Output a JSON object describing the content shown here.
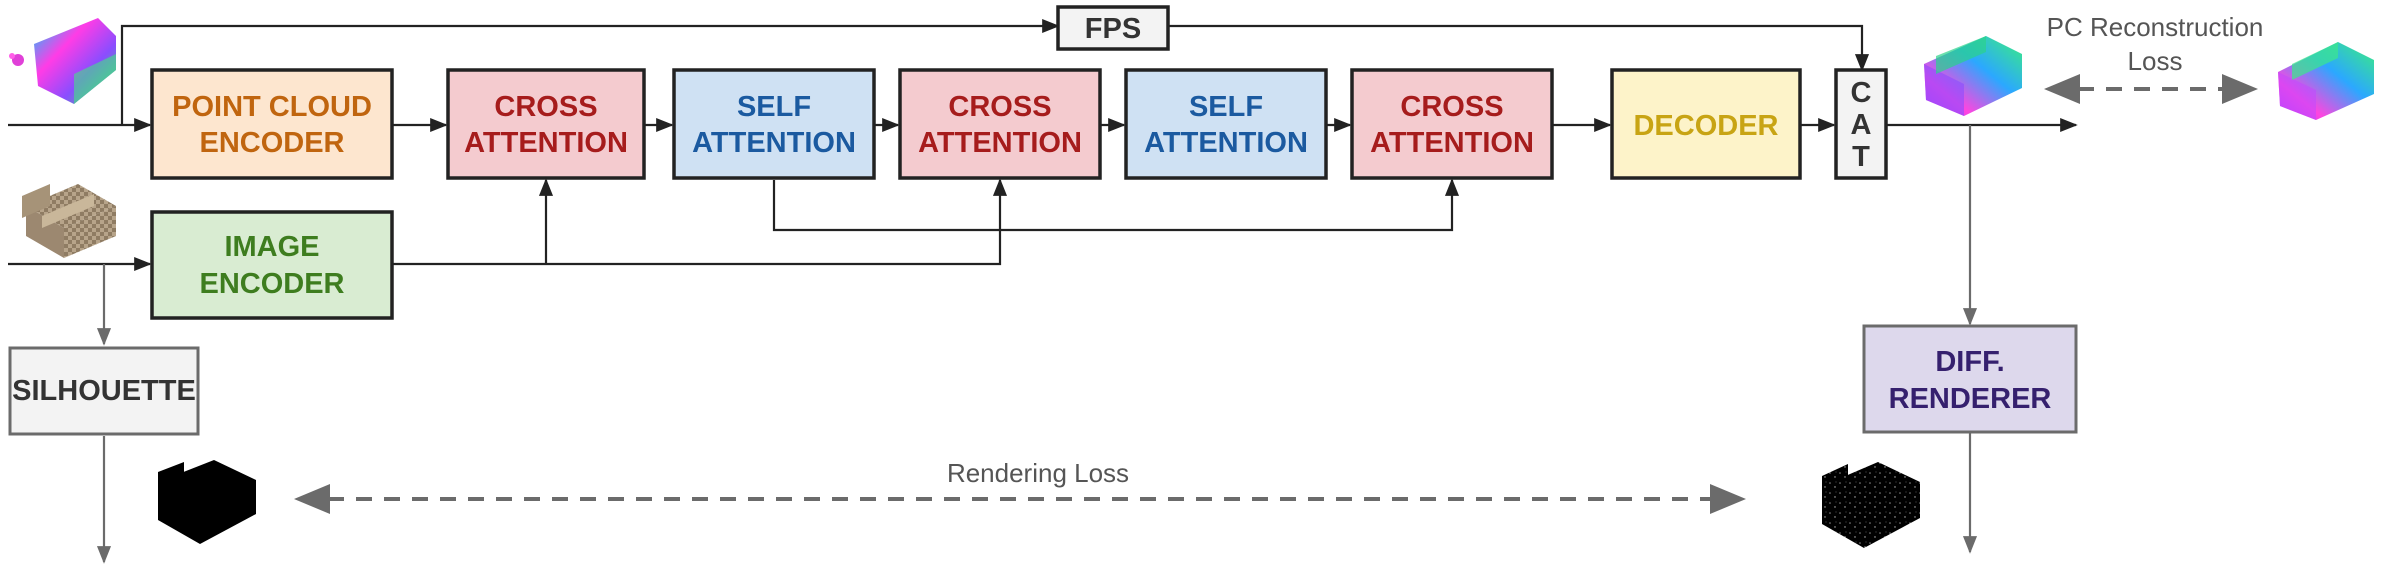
{
  "colors": {
    "point_cloud_encoder": {
      "fill": "#fde6cf",
      "text": "#c0650f"
    },
    "cross_attention": {
      "fill": "#f4cbcf",
      "text": "#a61c1c"
    },
    "self_attention": {
      "fill": "#cfe1f3",
      "text": "#1b5aa0"
    },
    "decoder": {
      "fill": "#fdf3c9",
      "text": "#c8a414"
    },
    "image_encoder": {
      "fill": "#d9ecd2",
      "text": "#3e7d1f"
    },
    "diff_renderer": {
      "fill": "#ddd8ec",
      "text": "#35206e"
    },
    "neutral": {
      "fill": "#f3f3f3",
      "text": "#333333"
    },
    "arrow": "#222222",
    "gray_arrow": "#6b6b6b",
    "loss_text": "#555555"
  },
  "nodes": {
    "fps": {
      "label": "FPS"
    },
    "point_cloud_encoder": {
      "line1": "POINT CLOUD",
      "line2": "ENCODER"
    },
    "cross_attention_1": {
      "line1": "CROSS",
      "line2": "ATTENTION"
    },
    "self_attention_1": {
      "line1": "SELF",
      "line2": "ATTENTION"
    },
    "cross_attention_2": {
      "line1": "CROSS",
      "line2": "ATTENTION"
    },
    "self_attention_2": {
      "line1": "SELF",
      "line2": "ATTENTION"
    },
    "cross_attention_3": {
      "line1": "CROSS",
      "line2": "ATTENTION"
    },
    "decoder": {
      "label": "DECODER"
    },
    "cat": {
      "l1": "C",
      "l2": "A",
      "l3": "T"
    },
    "image_encoder": {
      "line1": "IMAGE",
      "line2": "ENCODER"
    },
    "silhouette": {
      "label": "SILHOUETTE"
    },
    "diff_renderer": {
      "line1": "DIFF.",
      "line2": "RENDERER"
    }
  },
  "losses": {
    "pc_reconstruction": {
      "line1": "PC Reconstruction",
      "line2": "Loss"
    },
    "rendering": {
      "label": "Rendering Loss"
    }
  },
  "images": {
    "input_point_cloud": "colored-point-cloud-sofa",
    "input_image": "sofa-photo",
    "output_point_cloud": "colored-point-cloud-sofa",
    "target_point_cloud": "colored-point-cloud-sofa",
    "silhouette_mask": "black-sofa-silhouette",
    "rendered_silhouette": "noisy-black-sofa-silhouette"
  }
}
